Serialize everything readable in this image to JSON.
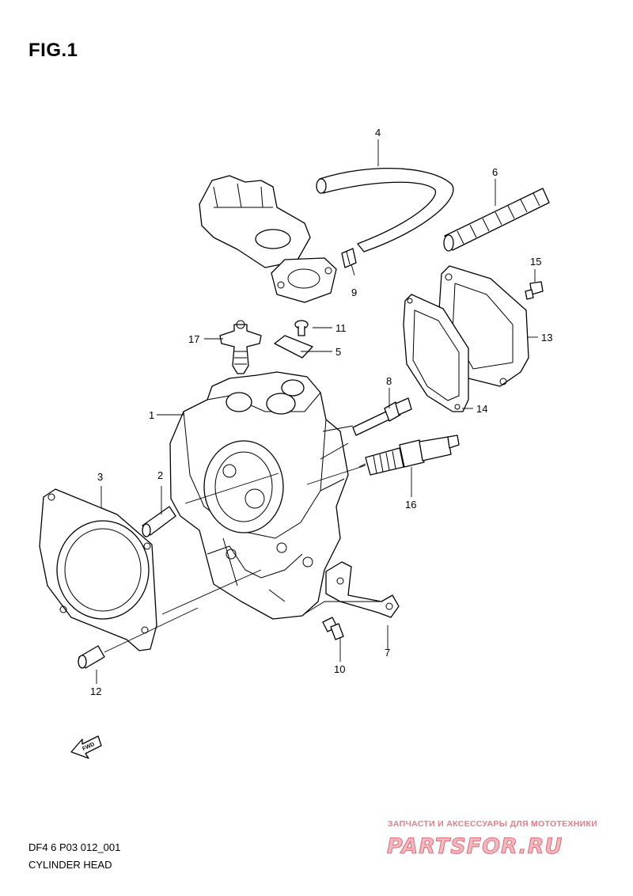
{
  "figure": {
    "title": "FIG.1"
  },
  "callouts": [
    "1",
    "2",
    "3",
    "4",
    "5",
    "6",
    "7",
    "8",
    "9",
    "10",
    "11",
    "12",
    "13",
    "14",
    "15",
    "16",
    "17"
  ],
  "footer": {
    "code": "DF4 6 P03 012_001",
    "caption": "CYLINDER HEAD"
  },
  "fwd_label": "FWD",
  "watermark": {
    "line1": "ЗАПЧАСТИ И АКСЕССУАРЫ ДЛЯ МОТОТЕХНИКИ",
    "logo": "PARTSFOR.RU"
  },
  "colors": {
    "line": "#000000",
    "watermark": "#e0525f"
  }
}
